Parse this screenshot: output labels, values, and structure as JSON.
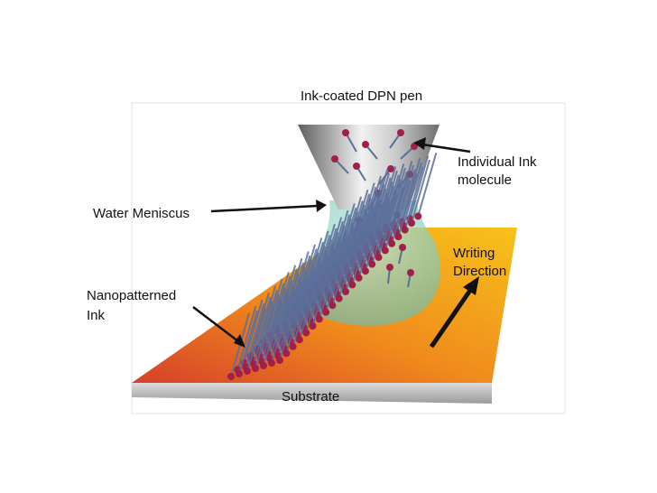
{
  "labels": {
    "pen": "Ink-coated DPN pen",
    "molecule_line1": "Individual Ink",
    "molecule_line2": "molecule",
    "meniscus": "Water Meniscus",
    "nanopatterned_line1": "Nanopatterned",
    "nanopatterned_line2": "Ink",
    "writing_line1": "Writing",
    "writing_line2": "Direction",
    "substrate": "Substrate"
  },
  "colors": {
    "substrate_top_dark": "#d6402a",
    "substrate_top_mid": "#f08a1c",
    "substrate_top_light": "#f7c21a",
    "substrate_edge": "#b8b8b8",
    "pen_dark": "#6e6e6e",
    "pen_light": "#f2f2f2",
    "meniscus": "#7fcfc0",
    "molecule_head": "#a0204a",
    "molecule_tail": "#5a6f9a",
    "arrow": "#111111"
  }
}
